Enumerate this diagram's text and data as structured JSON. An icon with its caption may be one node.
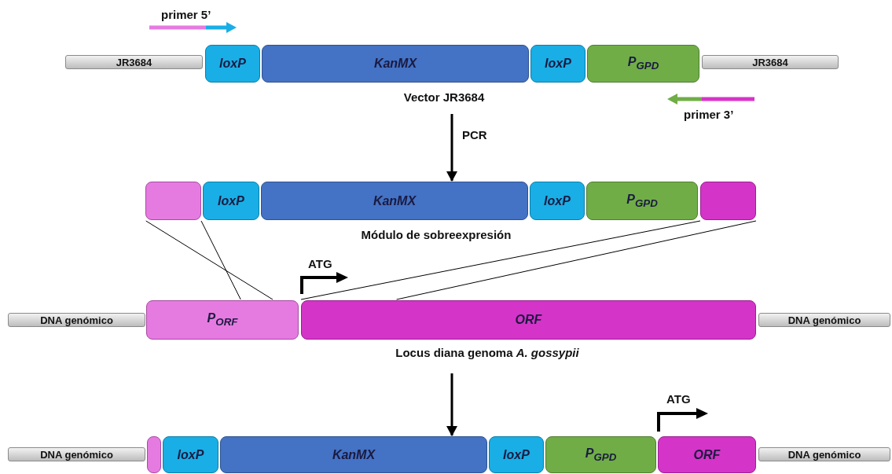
{
  "diagram": {
    "nodes": [
      {
        "text": [
          "JR3684"
        ]
      },
      {
        "text": [
          "loxP"
        ]
      },
      {
        "text": [
          "KanMX"
        ]
      },
      {
        "text": [
          "loxP"
        ]
      },
      {
        "text": [
          "P$_{GPD}$"
        ]
      },
      {
        "text": [
          "JR3684"
        ]
      },
      {
        "text": [],
        "shape": "box"
      },
      {
        "text": [
          "loxP"
        ]
      },
      {
        "text": [
          "KanMX"
        ]
      },
      {
        "text": [
          "loxP"
        ]
      },
      {
        "text": [
          "P$_{GPD}$"
        ]
      },
      {
        "text": [],
        "shape": "box"
      },
      {
        "text": [
          "DNA genómico"
        ]
      },
      {
        "text": [
          "P$_{ORF}$"
        ]
      },
      {
        "text": [
          "ORF"
        ]
      },
      {
        "text": [
          "DNA genómico"
        ]
      },
      {
        "text": [
          "DNA genómico"
        ]
      },
      {
        "text": [],
        "shape": "box"
      },
      {
        "text": [
          "loxP"
        ]
      },
      {
        "text": [
          "KanMX"
        ]
      },
      {
        "text": [
          "loxP"
        ]
      },
      {
        "text": [
          "P$_{GPD}$"
        ]
      },
      {
        "text": [
          "ORF"
        ]
      },
      {
        "text": [
          "DNA genómico"
        ]
      }
    ],
    "edges": [
      {
        "from": null,
        "to": 8,
        "arrow": "to",
        "label": "PCR",
        "style": "thick"
      },
      {
        "from": 6,
        "to": 13,
        "arrow": "none"
      },
      {
        "from": 6,
        "to": 13,
        "arrow": "none"
      },
      {
        "from": 11,
        "to": 14,
        "arrow": "none"
      },
      {
        "from": 11,
        "to": 14,
        "arrow": "none"
      },
      {
        "from": null,
        "to": 19,
        "arrow": "to",
        "style": "thick"
      }
    ],
    "labels": [
      "primer 5’",
      "Vector JR3684",
      "primer 3’",
      "Módulo de sobreexpresión",
      "ATG",
      "Locus diana genoma *A. gossypii*",
      "ATG"
    ]
  }
}
